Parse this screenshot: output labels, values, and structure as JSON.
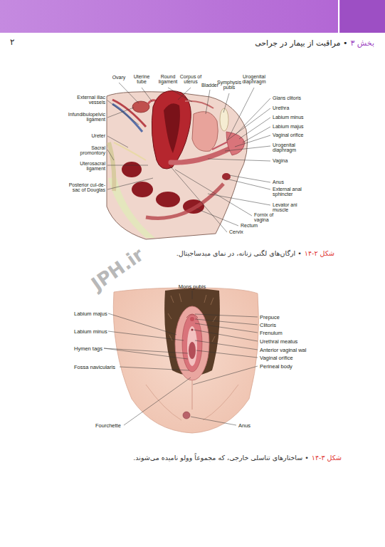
{
  "diagram": {
    "labels": [
      "۲",
      "بخش ۳",
      "• مراقبت از بیمار در جراحی",
      "Ovary",
      "Uterine tube",
      "Round ligament",
      "Corpus of uterus",
      "Bladder",
      "Symphysis pubis",
      "Urogenital diaphragm",
      "External iliac vessels",
      "Infundibulopelvic ligament",
      "Ureter",
      "Sacral promontory",
      "Uterosacral ligament",
      "Posterior cul-de-sac of Douglas",
      "Glans clitoris",
      "Urethra",
      "Labium minus",
      "Labium majus",
      "Vaginal orifice",
      "Urogenital diaphragm",
      "Vagina",
      "Anus",
      "External anal sphincter",
      "Levator ani muscle",
      "Fornix of vagina",
      "Rectum",
      "Cervix",
      "شکل ۲-۱۴",
      "• ارگان‌های لگنی زنانه، در نمای میدساجیتال.",
      "JPH.ir",
      "Mons pubis",
      "Labium majus",
      "Labium minus",
      "Hymen tags",
      "Fossa navicularis",
      "Fourchette",
      "Prepuce",
      "Clitoris",
      "Frenulum",
      "Urethral meatus",
      "Anterior vaginal wal",
      "Vaginal orifice",
      "Perineal body",
      "Anus",
      "شکل ۳-۱۴",
      "• ساختارهای تناسلی خارجی، که مجموعاً وولو نامیده می‌شوند."
    ]
  }
}
